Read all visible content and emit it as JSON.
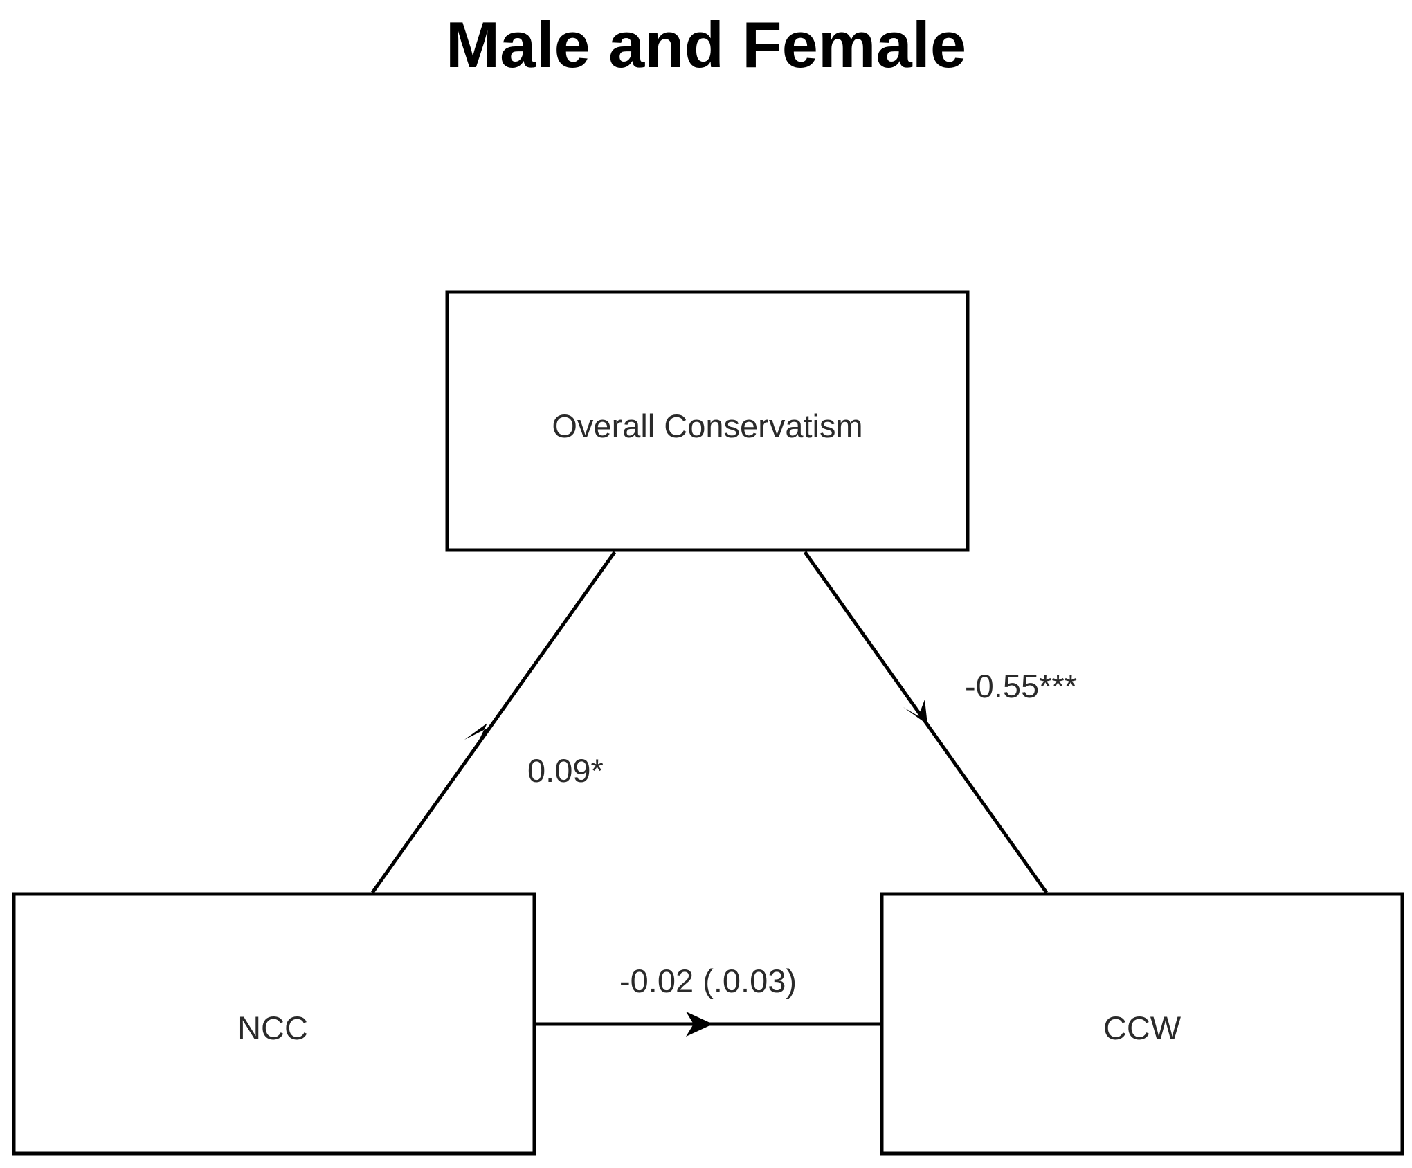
{
  "title": "Male and Female",
  "nodes": {
    "mediator": "Overall Conservatism",
    "predictor": "NCC",
    "outcome": "CCW"
  },
  "paths": {
    "a": "0.09*",
    "b": "-0.55***",
    "c": "-0.02 (.0.03)"
  }
}
